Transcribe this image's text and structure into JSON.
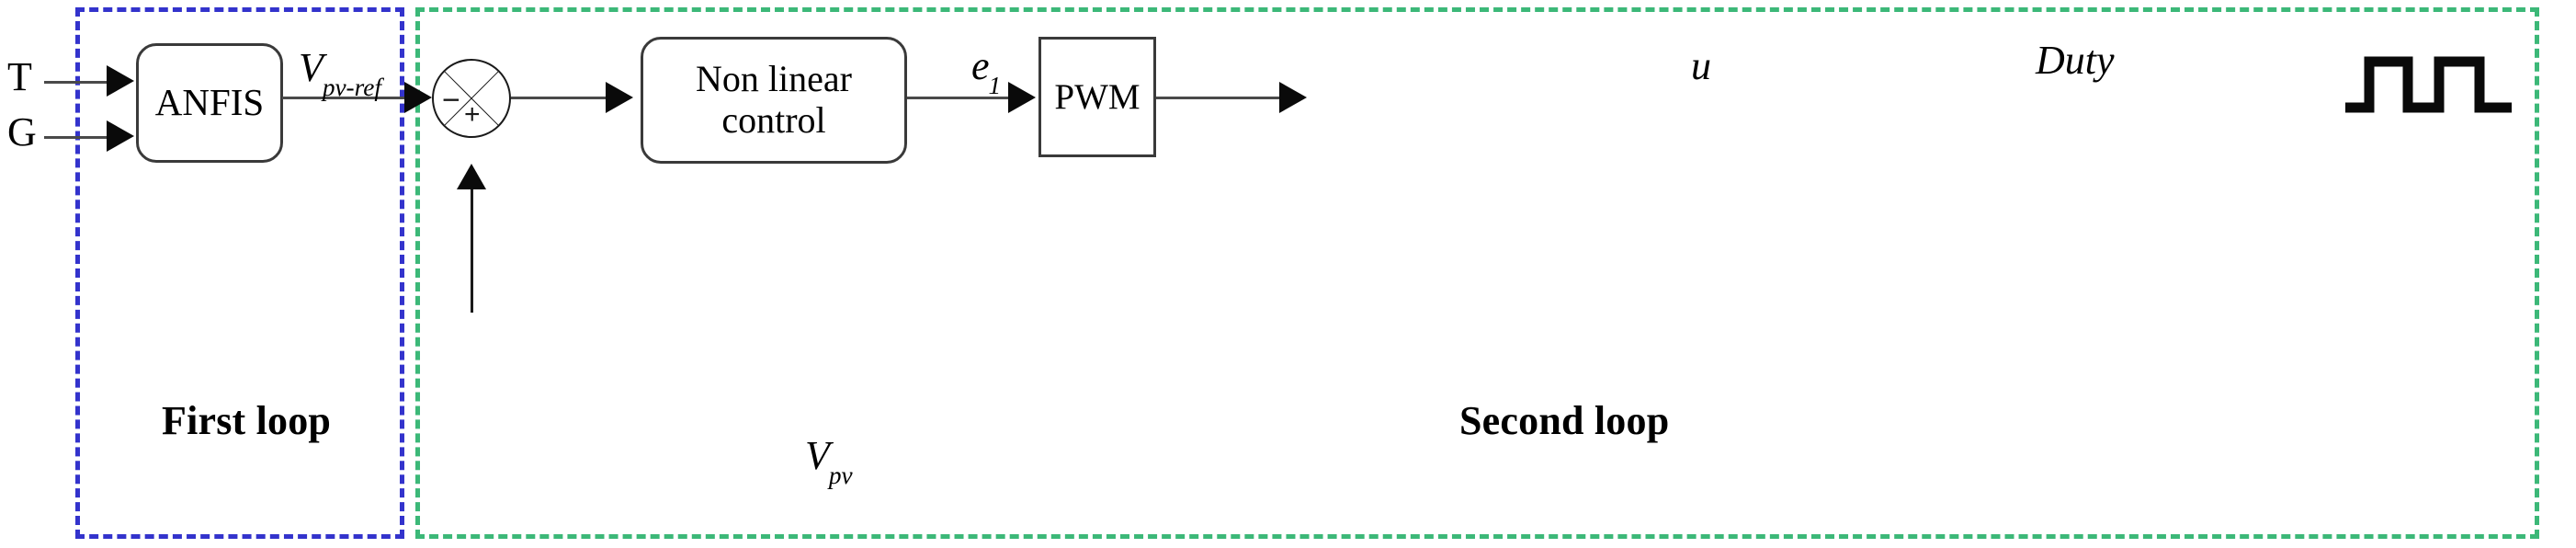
{
  "diagram": {
    "title": "ANFIS MPPT two-loop control block diagram",
    "colors": {
      "first_loop_border": "#3333cc",
      "second_loop_border": "#3cb878",
      "block_border": "#3a3a3a",
      "line": "#4a4a4a",
      "text": "#000000"
    },
    "loops": [
      {
        "id": "first",
        "label": "First loop"
      },
      {
        "id": "second",
        "label": "Second loop"
      }
    ],
    "inputs": [
      {
        "name": "temperature",
        "label": "T"
      },
      {
        "name": "irradiance",
        "label": "G"
      }
    ],
    "blocks": [
      {
        "id": "anfis",
        "label": "ANFIS",
        "shape": "rounded-rect"
      },
      {
        "id": "nonlinear",
        "label": "Non linear control",
        "shape": "rounded-rect"
      },
      {
        "id": "pwm",
        "label": "PWM",
        "shape": "rect"
      }
    ],
    "block_text": {
      "anfis": "ANFIS",
      "nonlinear_line1": "Non linear",
      "nonlinear_line2": "control",
      "pwm": "PWM"
    },
    "summing_junction": {
      "name": "sum-junction",
      "negative_sign": "−",
      "positive_sign": "+",
      "inputs": [
        "V_pv-ref (negative)",
        "V_pv (positive)"
      ]
    },
    "signals": [
      {
        "id": "vpvref",
        "base": "V",
        "sub": "pv-ref",
        "italic": true
      },
      {
        "id": "e1",
        "base": "e",
        "sub": "1",
        "italic": true
      },
      {
        "id": "u",
        "base": "u",
        "sub": "",
        "italic": true
      },
      {
        "id": "duty",
        "base": "Duty",
        "sub": "",
        "italic": true
      },
      {
        "id": "vpv",
        "base": "V",
        "sub": "pv",
        "italic": true
      }
    ],
    "output": {
      "name": "pwm-pulse-waveform",
      "description": "square-wave pulse train"
    }
  }
}
